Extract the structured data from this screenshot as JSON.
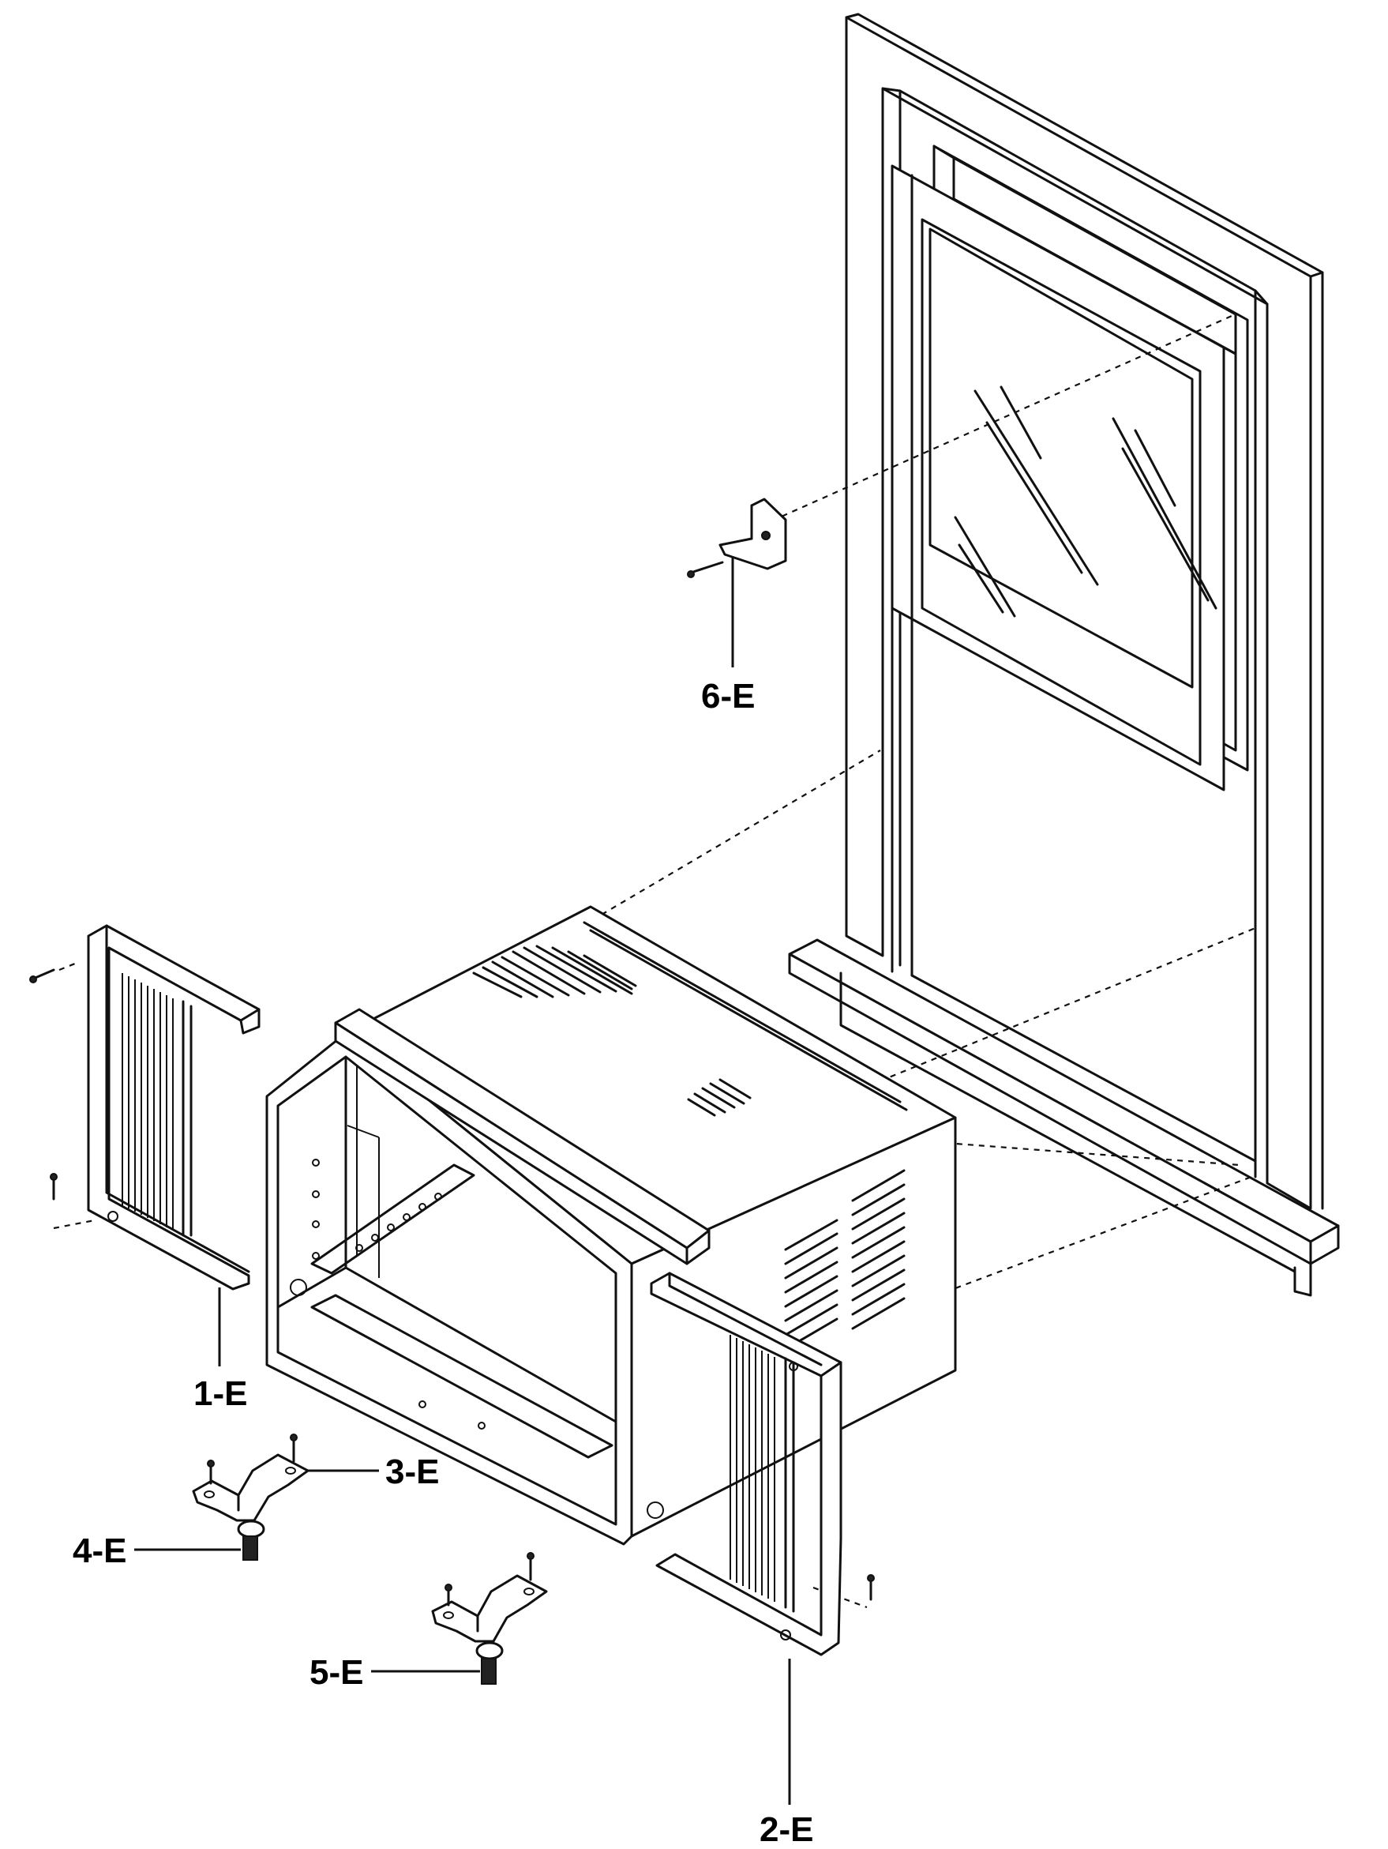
{
  "parts": [
    {
      "id": "1-E"
    },
    {
      "id": "2-E"
    },
    {
      "id": "3-E"
    },
    {
      "id": "4-E"
    },
    {
      "id": "5-E"
    },
    {
      "id": "6-E"
    }
  ]
}
